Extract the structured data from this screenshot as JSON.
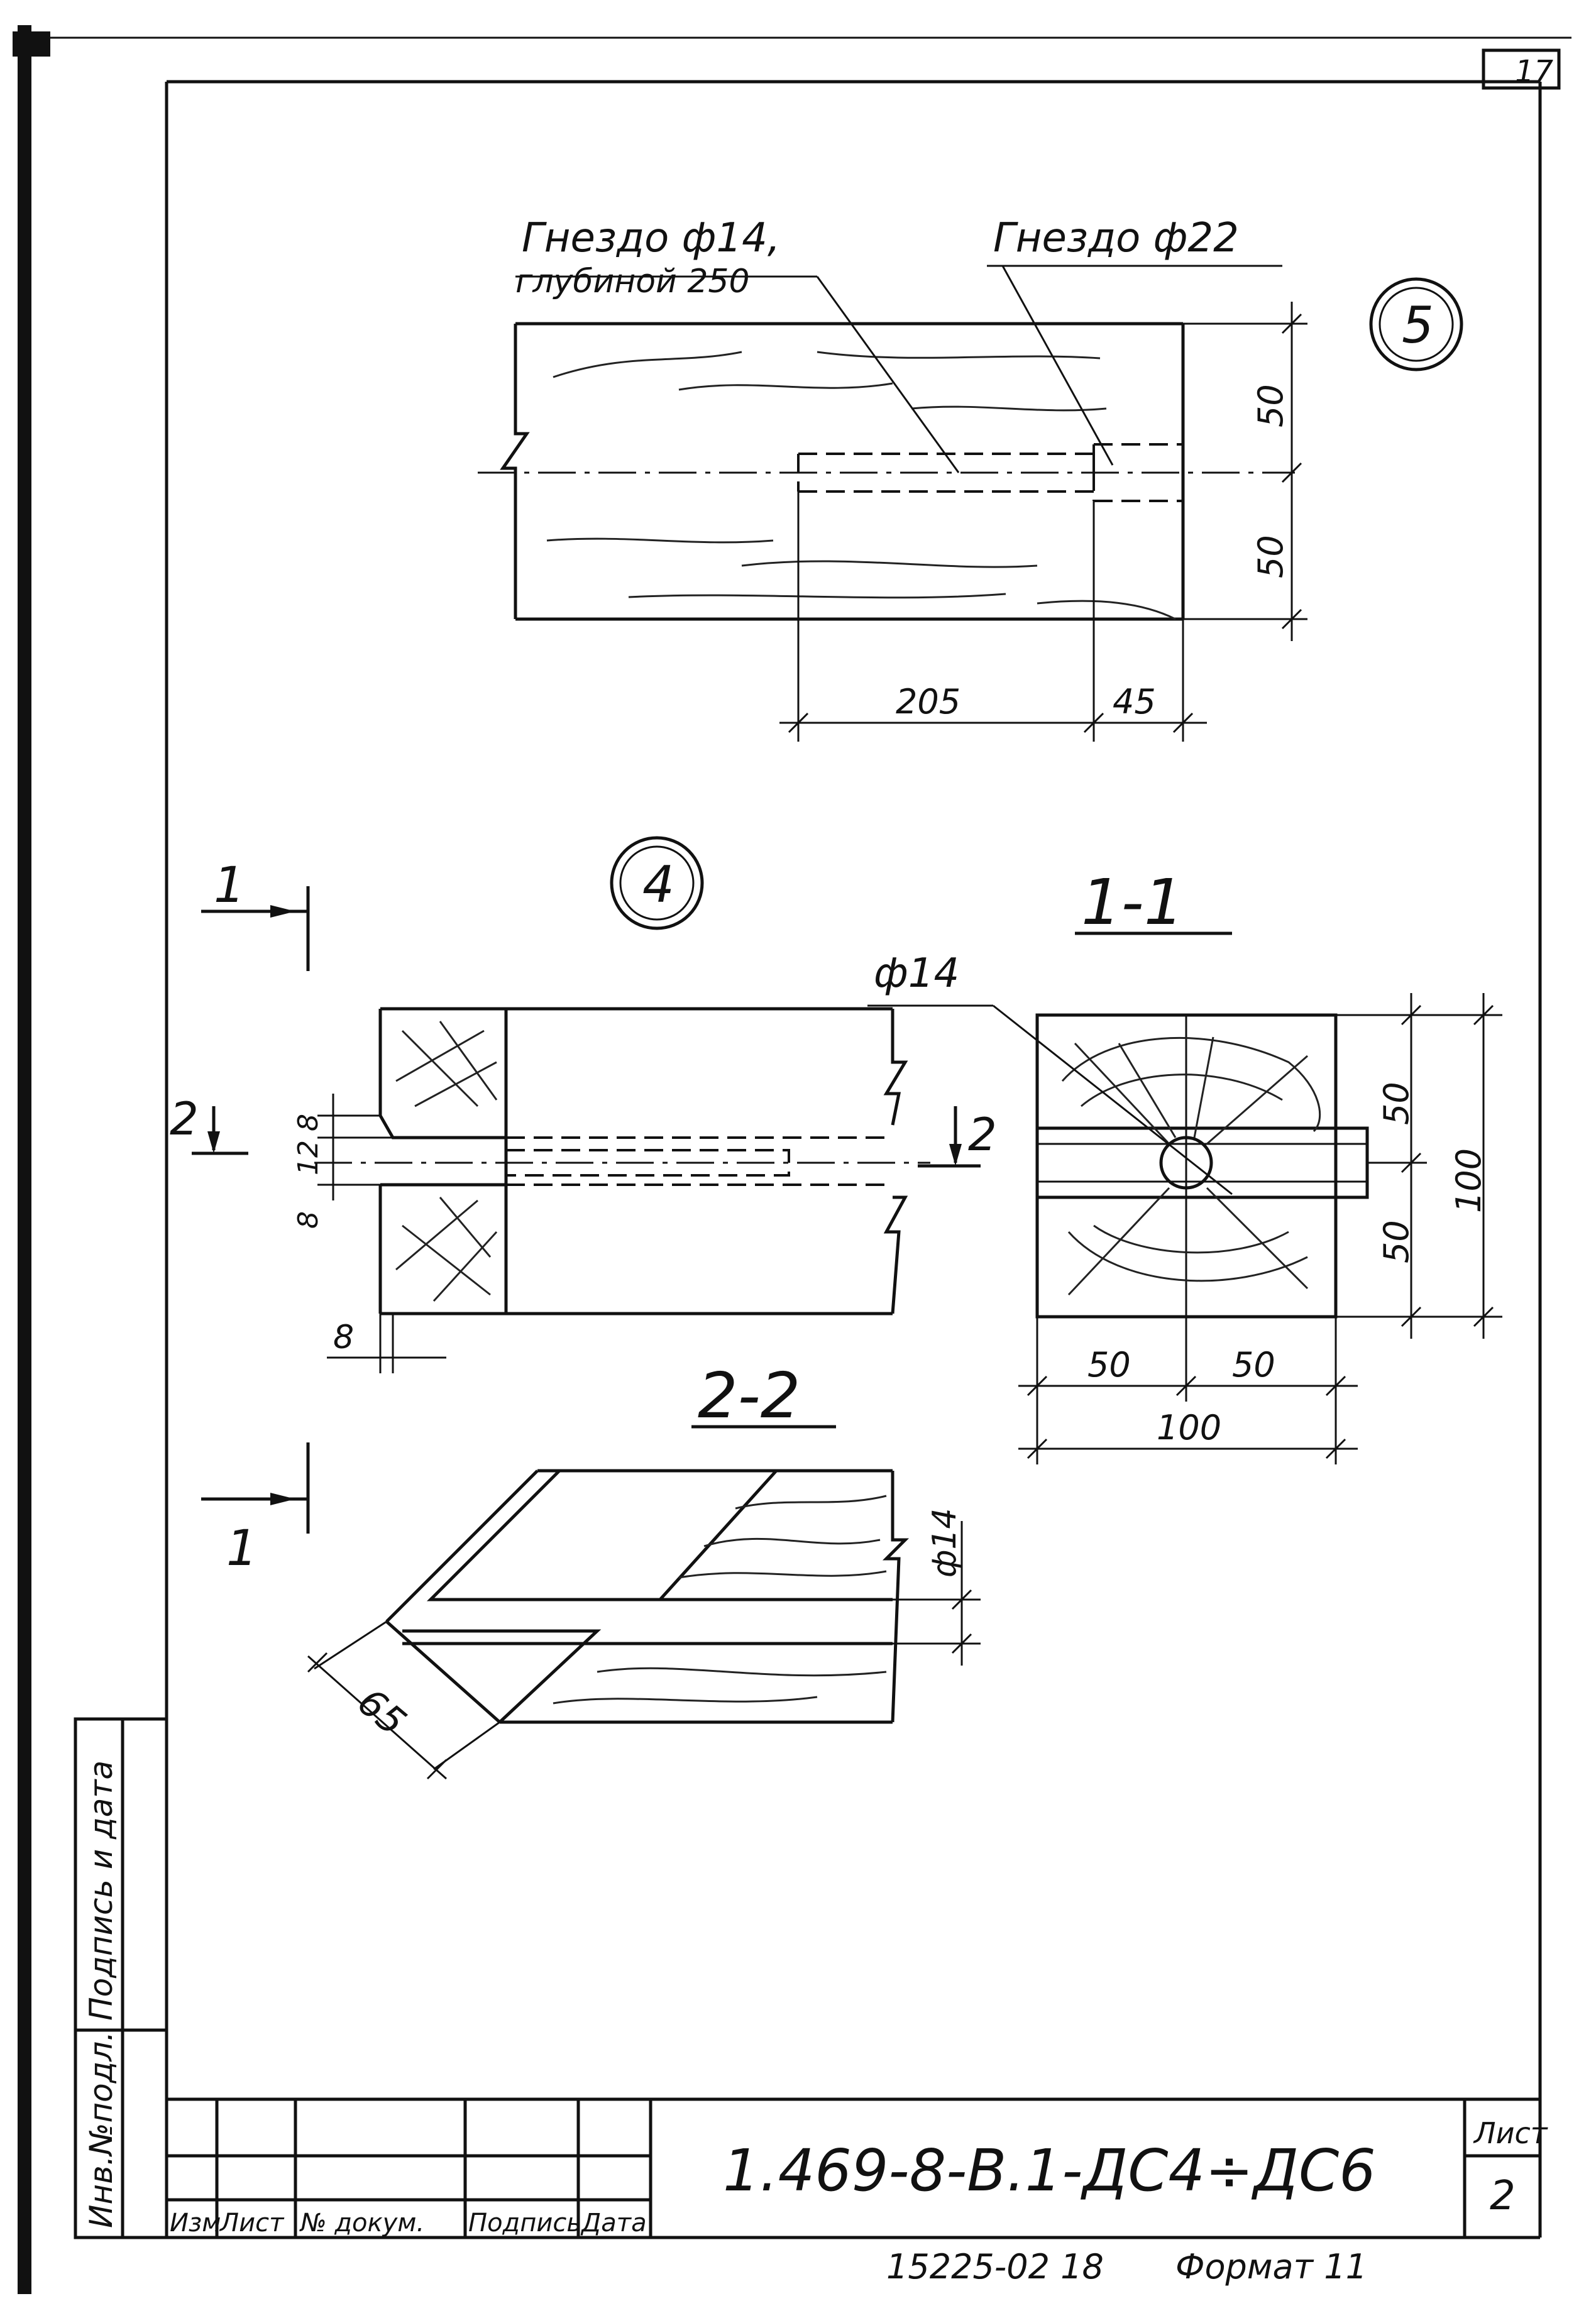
{
  "sheet_top_number": "17",
  "detail_5": {
    "marker": "5",
    "callout_socket_14": "Гнездо ф14,",
    "callout_depth": "глубиной 250",
    "callout_socket_22": "Гнездо ф22",
    "dim_top": "50",
    "dim_bottom": "50",
    "dim_205": "205",
    "dim_45": "45"
  },
  "detail_4": {
    "marker": "4",
    "cut_1_top": "1",
    "cut_1_bottom": "1",
    "cut_2_left": "2",
    "cut_2_right": "2",
    "dim_8a": "8",
    "dim_12": "12",
    "dim_8b": "8",
    "dim_8c": "8"
  },
  "section_1_1": {
    "title": "1-1",
    "callout": "ф14",
    "dim_50_top": "50",
    "dim_50_bottom": "50",
    "dim_100_vert": "100",
    "dim_50_left": "50",
    "dim_50_right": "50",
    "dim_100_horiz": "100"
  },
  "section_2_2": {
    "title": "2-2",
    "dim_14": "ф14",
    "dim_65": "65"
  },
  "side_stamp": {
    "label_inv": "Инв.№подл.",
    "label_sign": "Подпись и дата"
  },
  "title_block": {
    "cols": [
      "Изм",
      "Лист",
      "№ докум.",
      "Подпись",
      "Дата"
    ],
    "designation": "1.469-8-В.1-ДС4÷ДС6",
    "sheet_label": "Лист",
    "sheet_number": "2"
  },
  "footer": {
    "code": "15225-02 18",
    "format": "Формат 11"
  }
}
